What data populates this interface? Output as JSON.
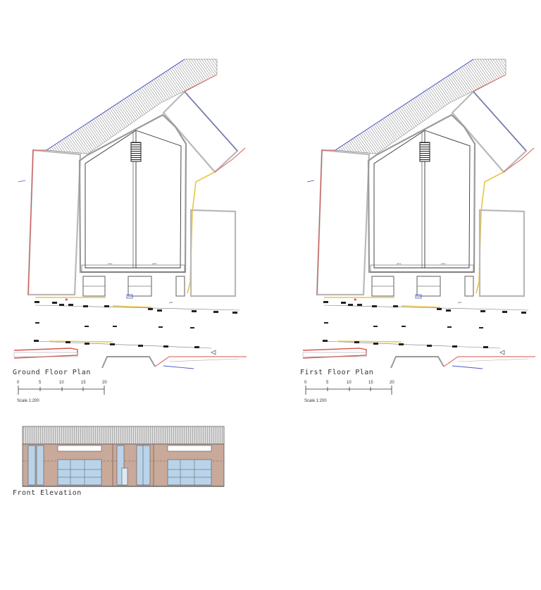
{
  "drawing": {
    "ground_plan": {
      "title": "Ground Floor Plan",
      "scale_ticks": [
        "0",
        "5",
        "10",
        "15",
        "20"
      ],
      "scale_label": "Scale 1:200"
    },
    "first_plan": {
      "title": "First Floor Plan",
      "scale_ticks": [
        "0",
        "5",
        "10",
        "15",
        "20"
      ],
      "scale_label": "Scale 1:200"
    },
    "elevation": {
      "title": "Front Elevation"
    }
  },
  "colors": {
    "boundary_red": "#d9534f",
    "boundary_blue": "#4a56c8",
    "path_yellow": "#e8c547",
    "wall_grey": "#9a9a9a",
    "dark_line": "#333333",
    "brick": "#c9a99a",
    "glass": "#b9d3ea",
    "roof_grey": "#8f8f8f"
  }
}
